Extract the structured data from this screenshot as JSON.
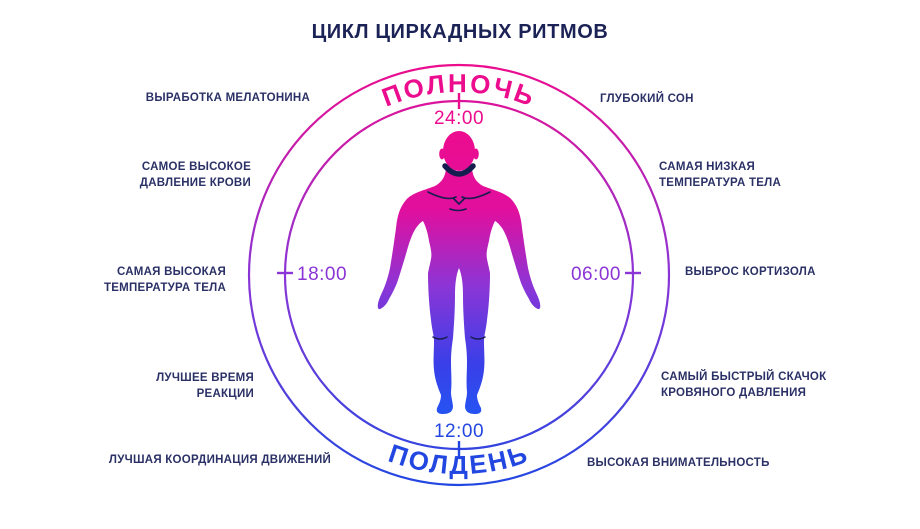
{
  "title": "ЦИКЛ ЦИРКАДНЫХ РИТМОВ",
  "clock": {
    "midnight_label": "ПОЛНОЧЬ",
    "noon_label": "ПОЛДЕНЬ",
    "time_top": "24:00",
    "time_bottom": "12:00",
    "time_left": "18:00",
    "time_right": "06:00"
  },
  "annotations": {
    "left": [
      {
        "lines": [
          "ВЫРАБОТКА МЕЛАТОНИНА"
        ]
      },
      {
        "lines": [
          "САМОЕ ВЫСОКОЕ",
          "ДАВЛЕНИЕ КРОВИ"
        ]
      },
      {
        "lines": [
          "САМАЯ ВЫСОКАЯ",
          "ТЕМПЕРАТУРА ТЕЛА"
        ]
      },
      {
        "lines": [
          "ЛУЧШЕЕ ВРЕМЯ",
          "РЕАКЦИИ"
        ]
      },
      {
        "lines": [
          "ЛУЧШАЯ КООРДИНАЦИЯ ДВИЖЕНИЙ"
        ]
      }
    ],
    "right": [
      {
        "lines": [
          "ГЛУБОКИЙ СОН"
        ]
      },
      {
        "lines": [
          "САМАЯ НИЗКАЯ",
          "ТЕМПЕРАТУРА ТЕЛА"
        ]
      },
      {
        "lines": [
          "ВЫБРОС КОРТИЗОЛА"
        ]
      },
      {
        "lines": [
          "САМЫЙ БЫСТРЫЙ СКАЧОК",
          "КРОВЯНОГО ДАВЛЕНИЯ"
        ]
      },
      {
        "lines": [
          "ВЫСОКАЯ ВНИМАТЕЛЬНОСТЬ"
        ]
      }
    ]
  },
  "icons": {
    "center_figure": "human-body-front-silhouette"
  },
  "colors": {
    "magenta": "#EC0C8E",
    "purple": "#8B35D6",
    "blue": "#2247E1",
    "title_navy": "#1B2256",
    "label_navy": "#2B3166"
  }
}
